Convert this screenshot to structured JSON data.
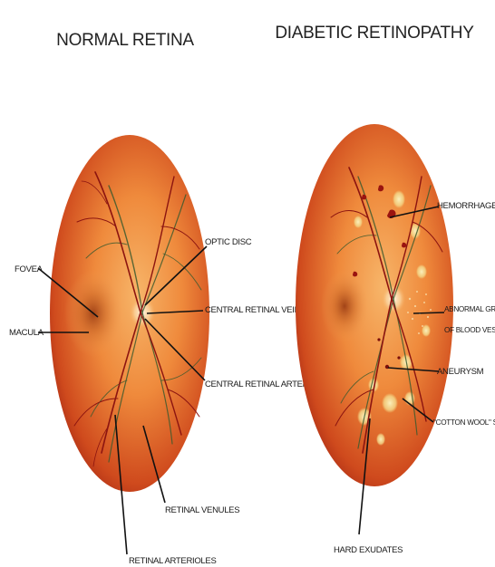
{
  "titles": {
    "normal": "NORMAL RETINA",
    "diabetic": "DIABETIC RETINOPATHY"
  },
  "normal_labels": {
    "fovea": "FOVEA",
    "macula": "MACULA",
    "optic_disc": "OPTIC DISC",
    "central_retinal_vein": "CENTRAL RETINAL VEIN",
    "central_retinal_artery": "CENTRAL RETINAL ARTERY",
    "retinal_venules": "RETINAL VENULES",
    "retinal_arterioles": "RETINAL ARTERIOLES"
  },
  "diabetic_labels": {
    "hemorrhages": "HEMORRHAGES",
    "abnormal_growth_line1": "ABNORMAL GROWTH",
    "abnormal_growth_line2": "OF BLOOD VESSELS",
    "aneurysm": "ANEURYSM",
    "cotton_wool_spots": "\"COTTON WOOL\" SPOTS",
    "hard_exudates": "HARD EXUDATES"
  },
  "colors": {
    "retina_center": "#f6a75a",
    "retina_edge": "#b8321a",
    "macula_dark": "#b5541f",
    "artery": "#8c1410",
    "vein": "#3d5a2e",
    "exudate": "#f3e2a0"
  }
}
